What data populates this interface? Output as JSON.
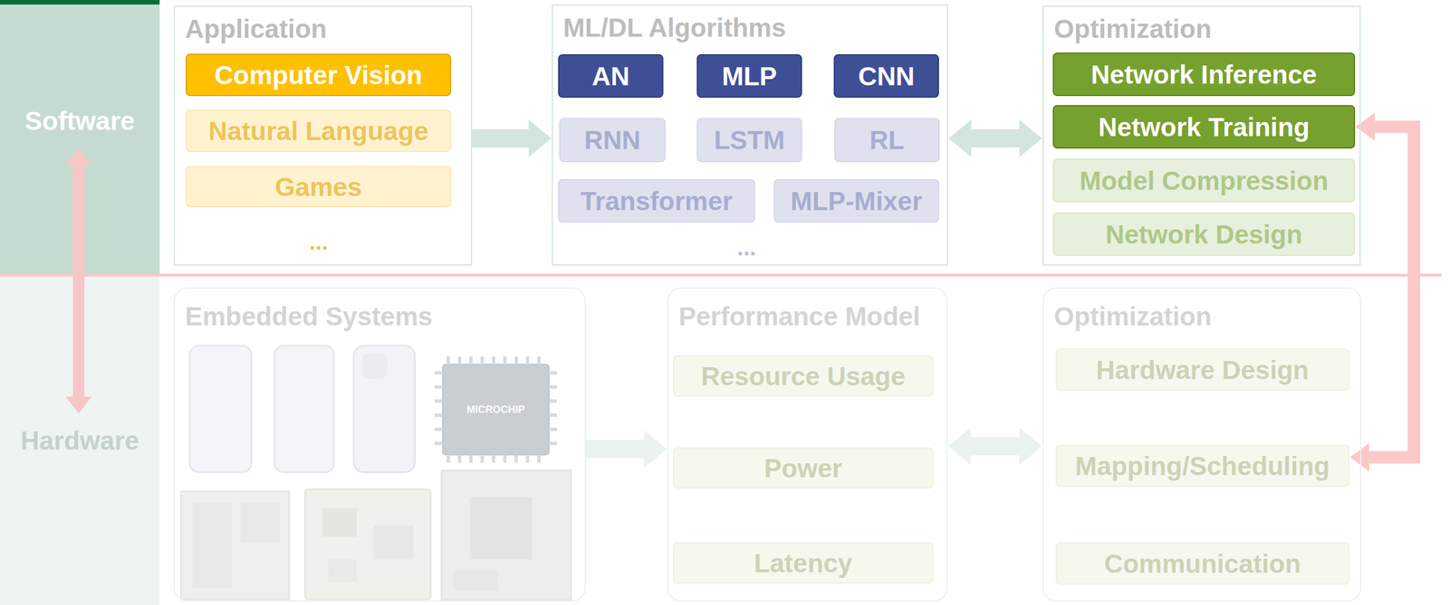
{
  "diagram": {
    "nodes": [
      {
        "text": [
          "Software"
        ]
      },
      {
        "text": [
          "Application"
        ]
      },
      {
        "text": [
          "Computer Vision"
        ],
        "in": 1
      },
      {
        "text": [
          "Natural Language"
        ],
        "in": 1
      },
      {
        "text": [
          "Games"
        ],
        "in": 1
      },
      {
        "text": [
          "ML/DL Algorithms"
        ]
      },
      {
        "text": [
          "AN"
        ],
        "in": 5
      },
      {
        "text": [
          "MLP"
        ],
        "in": 5
      },
      {
        "text": [
          "CNN"
        ],
        "in": 5
      },
      {
        "text": [
          "RNN"
        ],
        "in": 5
      },
      {
        "text": [
          "LSTM"
        ],
        "in": 5
      },
      {
        "text": [
          "RL"
        ],
        "in": 5
      },
      {
        "text": [
          "Transformer"
        ],
        "in": 5
      },
      {
        "text": [
          "MLP-Mixer"
        ],
        "in": 5
      },
      {
        "text": [
          "Optimization"
        ]
      },
      {
        "text": [
          "Network Inference"
        ],
        "in": 14
      },
      {
        "text": [
          "Network Training"
        ],
        "in": 14
      },
      {
        "text": [
          "Model Compression"
        ],
        "in": 14
      },
      {
        "text": [
          "Network Design"
        ],
        "in": 14
      },
      {
        "text": [
          "Hardware"
        ]
      },
      {
        "text": [
          "Embedded Systems"
        ]
      },
      {
        "text": [
          "Performance Model"
        ]
      },
      {
        "text": [
          "Resource Usage"
        ],
        "in": 21
      },
      {
        "text": [
          "Power"
        ],
        "in": 21
      },
      {
        "text": [
          "Latency"
        ],
        "in": 21
      },
      {
        "text": [
          "Optimization"
        ]
      },
      {
        "text": [
          "Hardware Design"
        ],
        "in": 25
      },
      {
        "text": [
          "Mapping/Scheduling"
        ],
        "in": 25
      },
      {
        "text": [
          "Communication"
        ],
        "in": 25
      }
    ],
    "edges": [
      {
        "from": 1,
        "to": 5,
        "arrow": "to"
      },
      {
        "from": 5,
        "to": 14,
        "arrow": "both"
      },
      {
        "from": 20,
        "to": 21,
        "arrow": "to"
      },
      {
        "from": 21,
        "to": 25,
        "arrow": "both"
      },
      {
        "from": 19,
        "to": 0,
        "arrow": "both"
      },
      {
        "from": 27,
        "to": 16,
        "arrow": "both"
      }
    ],
    "labels": [
      "...",
      "...",
      "MICROCHIP"
    ]
  }
}
